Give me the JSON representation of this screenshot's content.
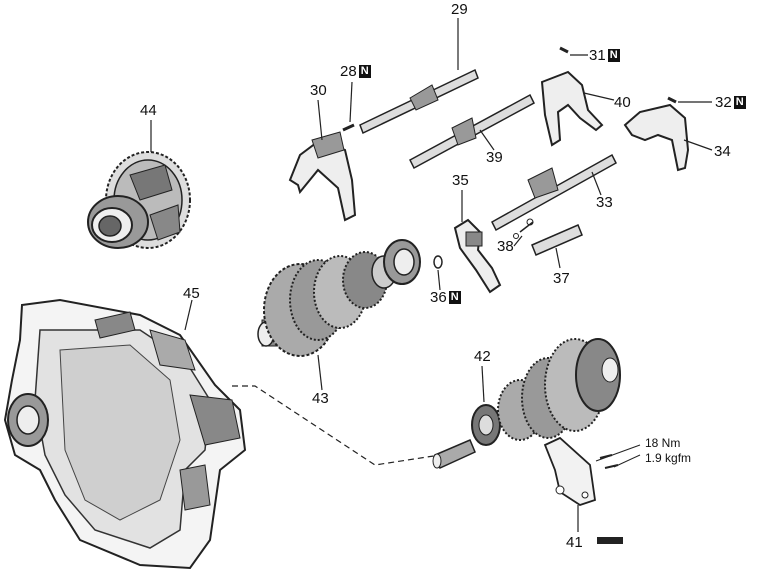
{
  "diagram": {
    "callouts": {
      "c28": "28",
      "c29": "29",
      "c30": "30",
      "c31": "31",
      "c32": "32",
      "c33": "33",
      "c34": "34",
      "c35": "35",
      "c36": "36",
      "c37": "37",
      "c38": "38",
      "c39": "39",
      "c40": "40",
      "c41": "41",
      "c42": "42",
      "c43": "43",
      "c44": "44",
      "c45": "45"
    },
    "new_part_mark": "N",
    "torque_spec": {
      "line1": "18 Nm",
      "line2": "1.9 kgfm"
    }
  }
}
